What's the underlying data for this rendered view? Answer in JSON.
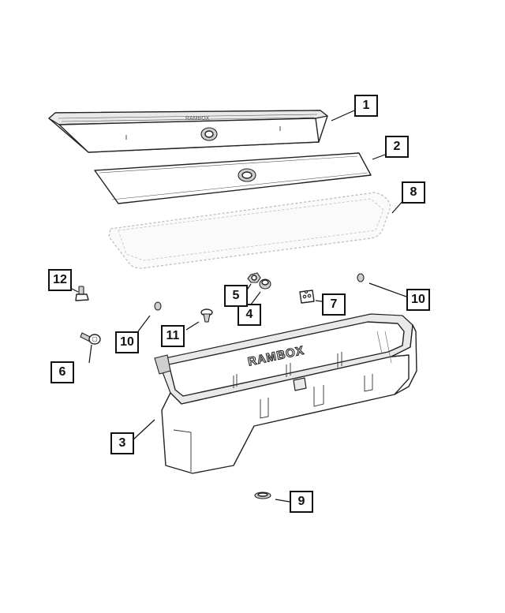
{
  "callouts": [
    {
      "id": "1",
      "label": "1"
    },
    {
      "id": "2",
      "label": "2"
    },
    {
      "id": "3",
      "label": "3"
    },
    {
      "id": "4",
      "label": "4"
    },
    {
      "id": "5",
      "label": "5"
    },
    {
      "id": "6",
      "label": "6"
    },
    {
      "id": "7",
      "label": "7"
    },
    {
      "id": "8",
      "label": "8"
    },
    {
      "id": "9",
      "label": "9"
    },
    {
      "id": "10a",
      "label": "10"
    },
    {
      "id": "10b",
      "label": "10"
    },
    {
      "id": "11",
      "label": "11"
    },
    {
      "id": "12",
      "label": "12"
    }
  ],
  "bin_logo_text": "RAMBOX"
}
